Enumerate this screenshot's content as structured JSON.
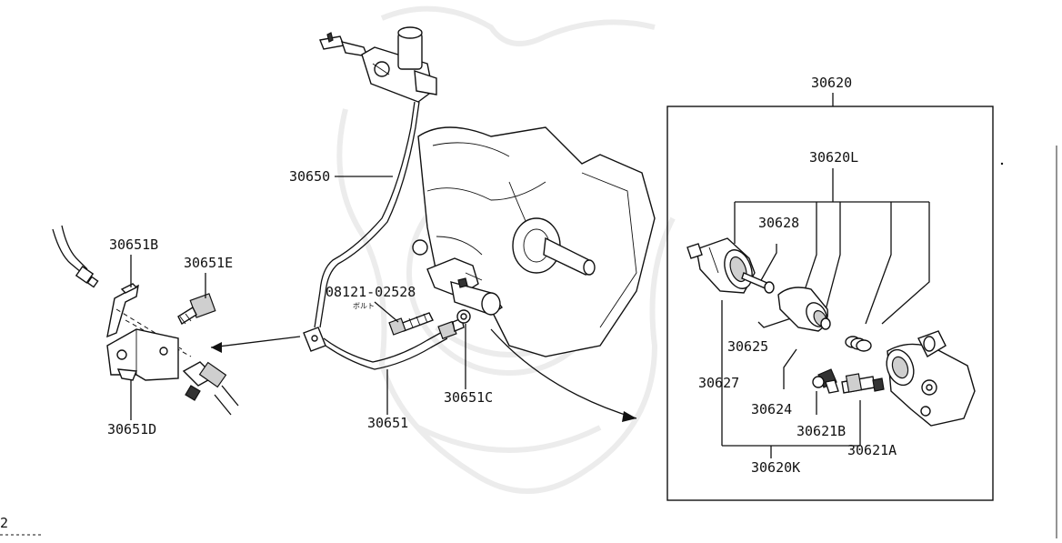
{
  "diagram": {
    "parts": {
      "p30620": "30620",
      "p30620L": "30620L",
      "p30628": "30628",
      "p30625": "30625",
      "p30627": "30627",
      "p30624": "30624",
      "p30621B": "30621B",
      "p30621A": "30621A",
      "p30620K": "30620K",
      "p30650": "30650",
      "p30651B": "30651B",
      "p30651E": "30651E",
      "p30651D": "30651D",
      "p30651": "30651",
      "p30651C": "30651C",
      "p08121": "08121-02528",
      "bolt_jp": "ボルト"
    },
    "page_number": "2"
  }
}
